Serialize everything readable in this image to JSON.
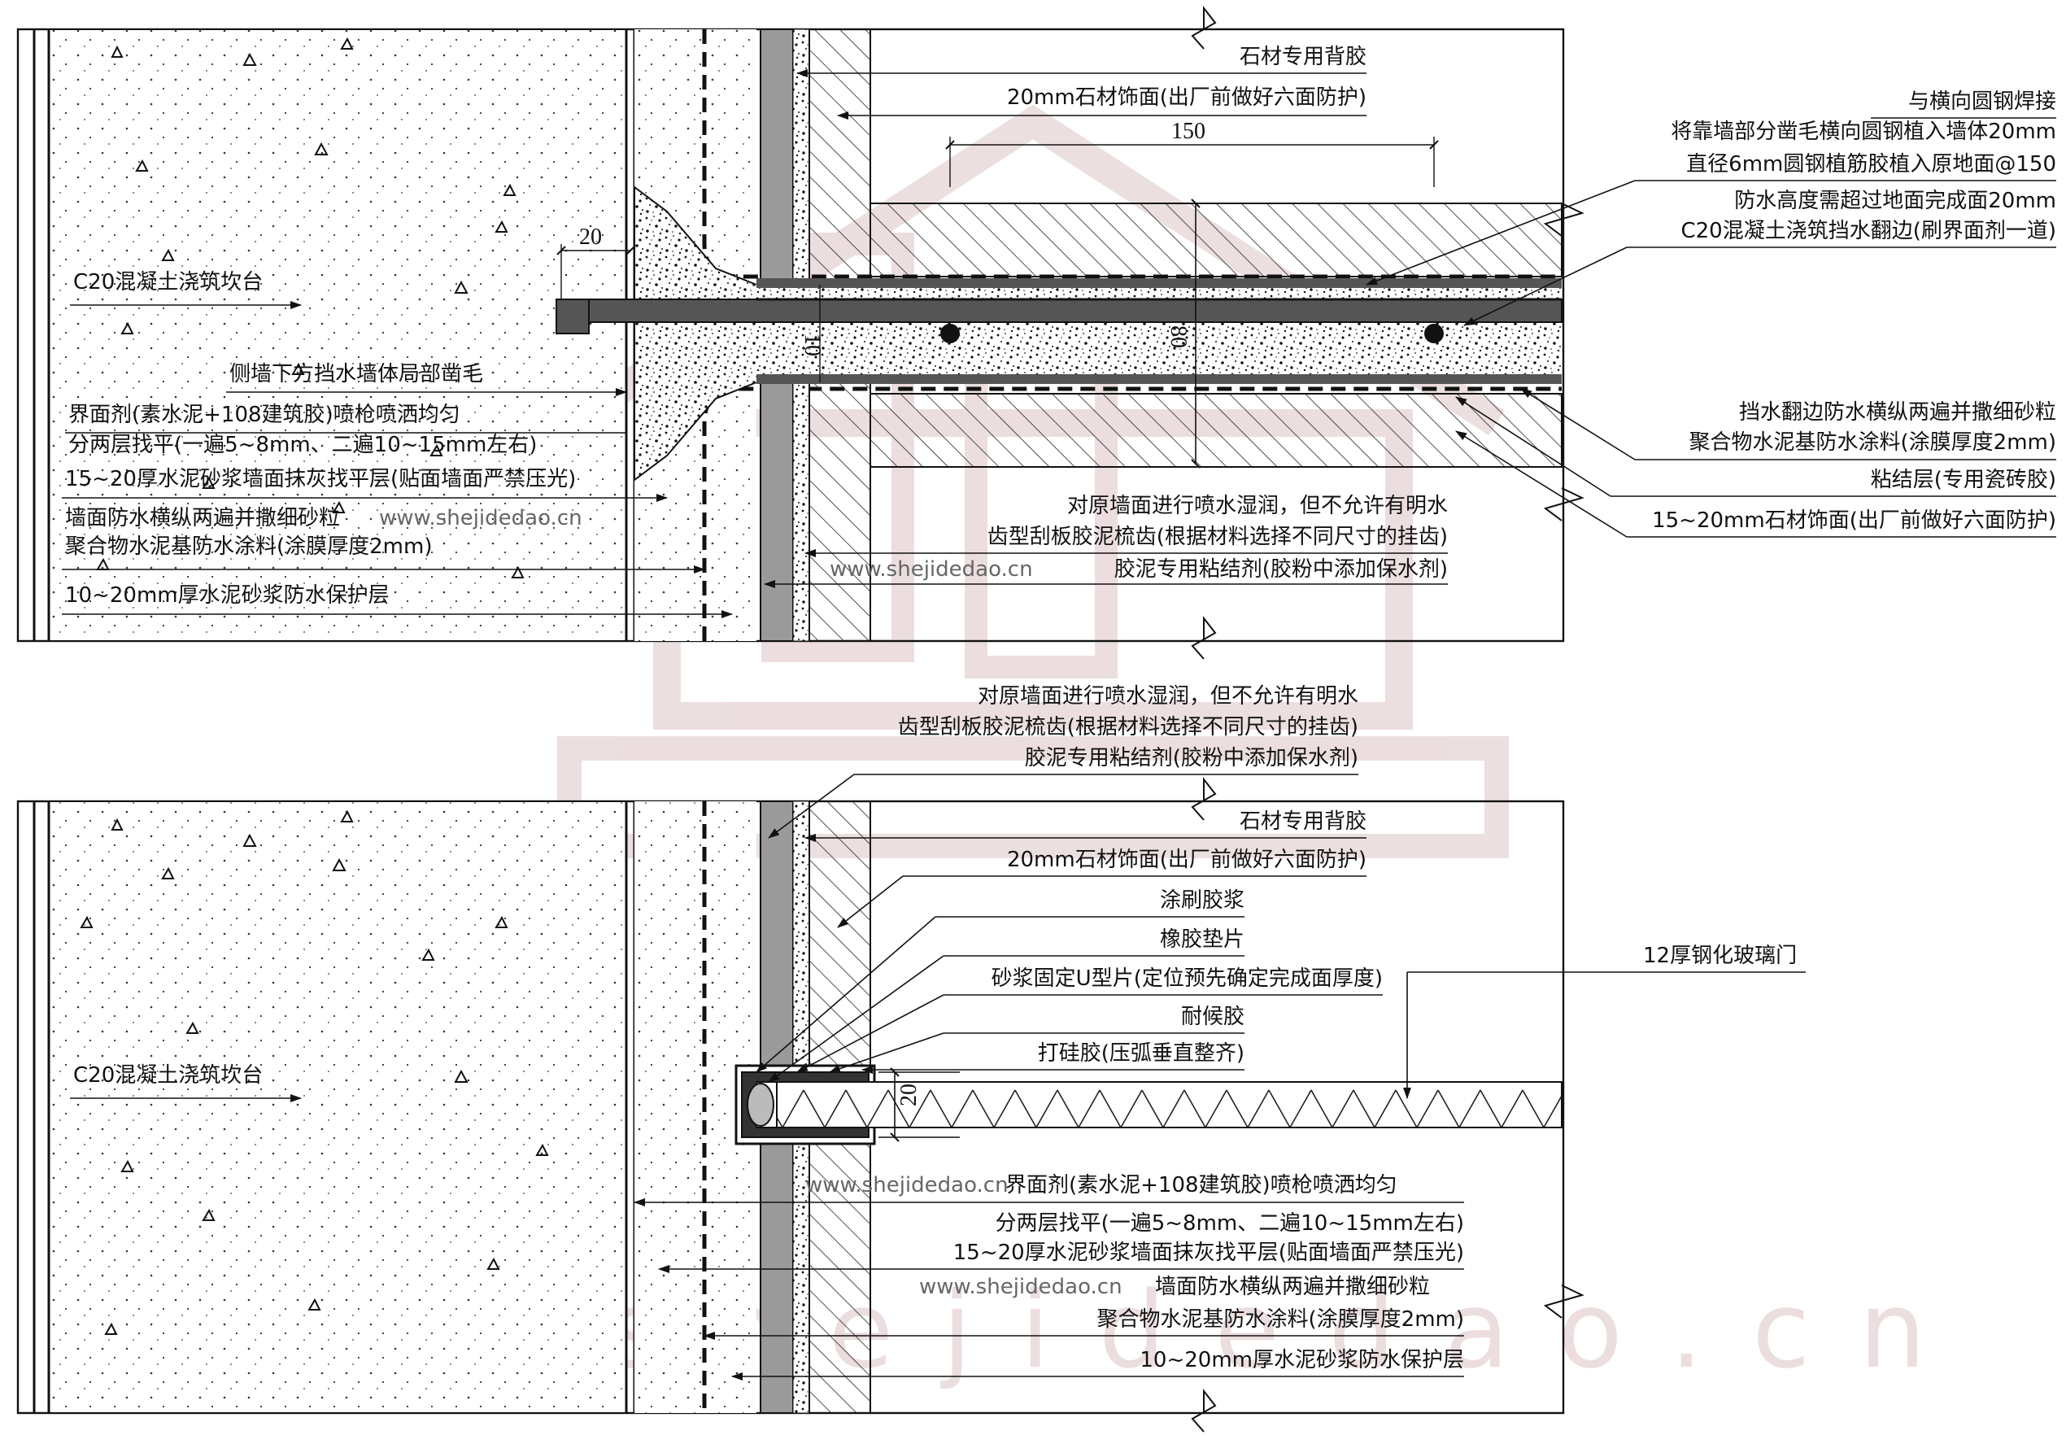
{
  "top": {
    "labels_left": [
      "C20混凝土浇筑坎台",
      "侧墙下方挡水墙体局部凿毛",
      "界面剂(素水泥+108建筑胶)喷枪喷洒均匀",
      "分两层找平(一遍5~8mm、二遍10~15mm左右)",
      "15~20厚水泥砂浆墙面抹灰找平层(贴面墙面严禁压光)",
      "墙面防水横纵两遍并撒细砂粒",
      "聚合物水泥基防水涂料(涂膜厚度2mm)",
      "10~20mm厚水泥砂浆防水保护层"
    ],
    "labels_mid_top": [
      "石材专用背胶",
      "20mm石材饰面(出厂前做好六面防护)"
    ],
    "labels_mid_bottom": [
      "对原墙面进行喷水湿润，但不允许有明水",
      "齿型刮板胶泥梳齿(根据材料选择不同尺寸的挂齿)",
      "胶泥专用粘结剂(胶粉中添加保水剂)"
    ],
    "labels_right_top": [
      "与横向圆钢焊接",
      "将靠墙部分凿毛横向圆钢植入墙体20mm",
      "直径6mm圆钢植筋胶植入原地面@150",
      "防水高度需超过地面完成面20mm",
      "C20混凝土浇筑挡水翻边(刷界面剂一道)"
    ],
    "labels_right_bottom": [
      "挡水翻边防水横纵两遍并撒细砂粒",
      "聚合物水泥基防水涂料(涂膜厚度2mm)",
      "粘结层(专用瓷砖胶)",
      "15~20mm石材饰面(出厂前做好六面防护)"
    ],
    "dims": {
      "d150": "150",
      "d20": "20",
      "d80": "80",
      "d10": "10"
    }
  },
  "bottom": {
    "labels_top": [
      "对原墙面进行喷水湿润，但不允许有明水",
      "齿型刮板胶泥梳齿(根据材料选择不同尺寸的挂齿)",
      "胶泥专用粘结剂(胶粉中添加保水剂)"
    ],
    "labels_mid": [
      "石材专用背胶",
      "20mm石材饰面(出厂前做好六面防护)",
      "涂刷胶浆",
      "橡胶垫片",
      "砂浆固定U型片(定位预先确定完成面厚度)",
      "耐候胶",
      "打硅胶(压弧垂直整齐)"
    ],
    "label_glass": "12厚钢化玻璃门",
    "label_left": "C20混凝土浇筑坎台",
    "labels_bottom": [
      "界面剂(素水泥+108建筑胶)喷枪喷洒均匀",
      "分两层找平(一遍5~8mm、二遍10~15mm左右)",
      "15~20厚水泥砂浆墙面抹灰找平层(贴面墙面严禁压光)",
      "墙面防水横纵两遍并撒细砂粒",
      "聚合物水泥基防水涂料(涂膜厚度2mm)",
      "10~20mm厚水泥砂浆防水保护层"
    ],
    "dims": {
      "d20": "20"
    }
  },
  "watermark": {
    "site": "www.shejidedao.cn",
    "big": "www.shejidedao.cn"
  },
  "colors": {
    "line": "#111111",
    "gray_layer": "#9a9a9a",
    "dark_bar": "#555555",
    "watermark": "#e6d4d4"
  }
}
